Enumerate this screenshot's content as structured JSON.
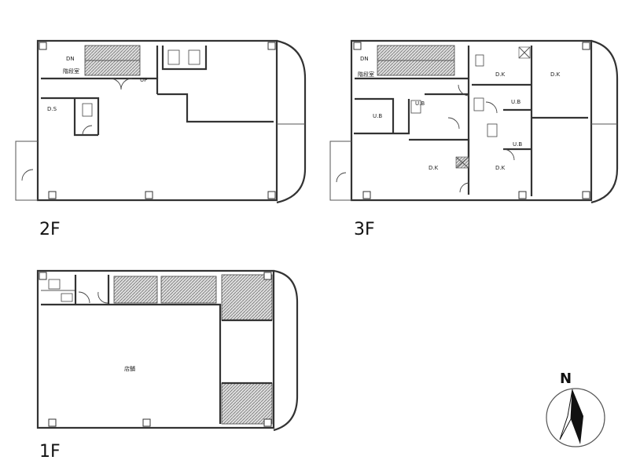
{
  "floors": [
    {
      "id": "2F",
      "label": "2F",
      "rooms": [
        "DN",
        "階段室",
        "UP",
        "D.S"
      ]
    },
    {
      "id": "3F",
      "label": "3F",
      "rooms": [
        "DN",
        "階段室",
        "U.B",
        "D.K",
        "D.K",
        "D.K",
        "D.K",
        "U.B",
        "U.B",
        "U.B"
      ]
    },
    {
      "id": "1F",
      "label": "1F",
      "rooms": [
        "店舗"
      ]
    }
  ],
  "compass": {
    "label": "N"
  }
}
